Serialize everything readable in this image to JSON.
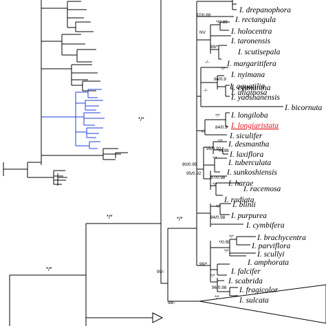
{
  "taxa": [
    {
      "name": "I. drepanophora"
    },
    {
      "name": "I. rectangula"
    },
    {
      "name": "I. holocentra"
    },
    {
      "name": "I. taronensis"
    },
    {
      "name": "I. scutisepala"
    },
    {
      "name": "I. margaritifera"
    },
    {
      "name": "I. nyimana"
    },
    {
      "name": "I. aquatilis"
    },
    {
      "name": "I. cyanantha"
    },
    {
      "name": "I. uliginosa"
    },
    {
      "name": "I. yaoshanensis"
    },
    {
      "name": "I. bicornuta"
    },
    {
      "name": "I. longiloba"
    },
    {
      "name": "I. longiaristata",
      "highlight": true
    },
    {
      "name": "I. siculifer"
    },
    {
      "name": "I. desmantha"
    },
    {
      "name": "I. laxiflora"
    },
    {
      "name": "I. tuberculata"
    },
    {
      "name": "I. sunkoshiensis"
    },
    {
      "name": "I. harae"
    },
    {
      "name": "I. racemosa"
    },
    {
      "name": "I. radiata"
    },
    {
      "name": "I. blinii"
    },
    {
      "name": "I. purpurea"
    },
    {
      "name": "I. cymbifera"
    },
    {
      "name": "I. brachycentra"
    },
    {
      "name": "I. parviflora"
    },
    {
      "name": "I. scullyi"
    },
    {
      "name": "I. amphorata"
    },
    {
      "name": "I. falcifer"
    },
    {
      "name": "I. scabrida"
    },
    {
      "name": "I. fragicolor"
    },
    {
      "name": "I. sulcata"
    }
  ],
  "supports": [
    "87/0.89",
    "*/0.89",
    "NV",
    "99/*",
    "*/*",
    "-/-",
    "94/0.9",
    "-/-",
    "*/*",
    "84/0.9",
    "-/-",
    "*/*",
    "95/0.92",
    "*/0.98",
    "90/0.99",
    "95/0.92",
    "*/*",
    "87/0.98",
    "*/*",
    "*/*",
    "94/0.98",
    "*/*",
    "*/0.99",
    "*/*",
    "99/*",
    "*/*",
    "96/0.98",
    "*/*",
    "99/-",
    "98/-",
    "*/*",
    "*/*",
    "*/*",
    "*/*"
  ],
  "highlight_color": "#e0101c",
  "clade_color": "#1f3fd6"
}
